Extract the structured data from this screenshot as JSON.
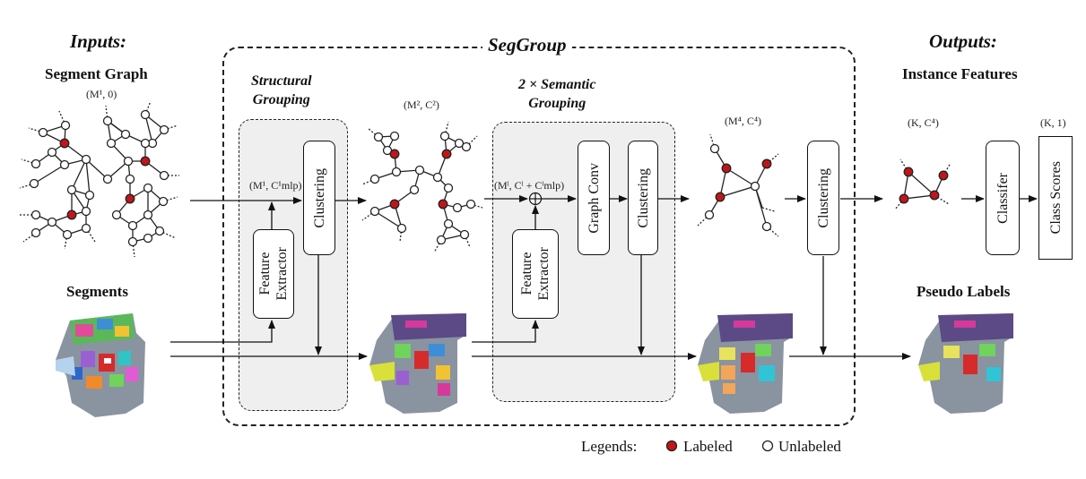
{
  "headers": {
    "inputs": "Inputs:",
    "segment_graph": "Segment Graph",
    "segments": "Segments",
    "seggroup": "SegGroup",
    "structural": [
      "Structural",
      "Grouping"
    ],
    "semantic": [
      "2 × Semantic",
      "Grouping"
    ],
    "outputs": "Outputs:",
    "instance_features": "Instance Features",
    "pseudo_labels": "Pseudo Labels"
  },
  "shapes": {
    "m1_0": "(M¹, 0)",
    "m1_cmlp": "(M¹, C¹mlp)",
    "m2_c2": "(M², C²)",
    "ml_cl": "(Mˡ, Cˡ + Cˡmlp)",
    "m4_c4": "(M⁴, C⁴)",
    "k_c4": "(K, C⁴)",
    "k_1": "(K, 1)"
  },
  "boxes": {
    "feature_extractor_1": [
      "Feature",
      "Extractor"
    ],
    "clustering_1": "Clustering",
    "feature_extractor_2": [
      "Feature",
      "Extractor"
    ],
    "graph_conv": "Graph Conv",
    "clustering_2": "Clustering",
    "clustering_3": "Clustering",
    "classifier": "Classifer",
    "class_scores": "Class Scores"
  },
  "legend": {
    "title": "Legends:",
    "labeled": "Labeled",
    "unlabeled": "Unlabeled"
  },
  "colors": {
    "labeled_node": "#c0161a",
    "unlabeled_node": "#ffffff",
    "panel_fill": "#efefef",
    "room_floor": "#8a93a0",
    "room_wall": "#5b4a86"
  }
}
